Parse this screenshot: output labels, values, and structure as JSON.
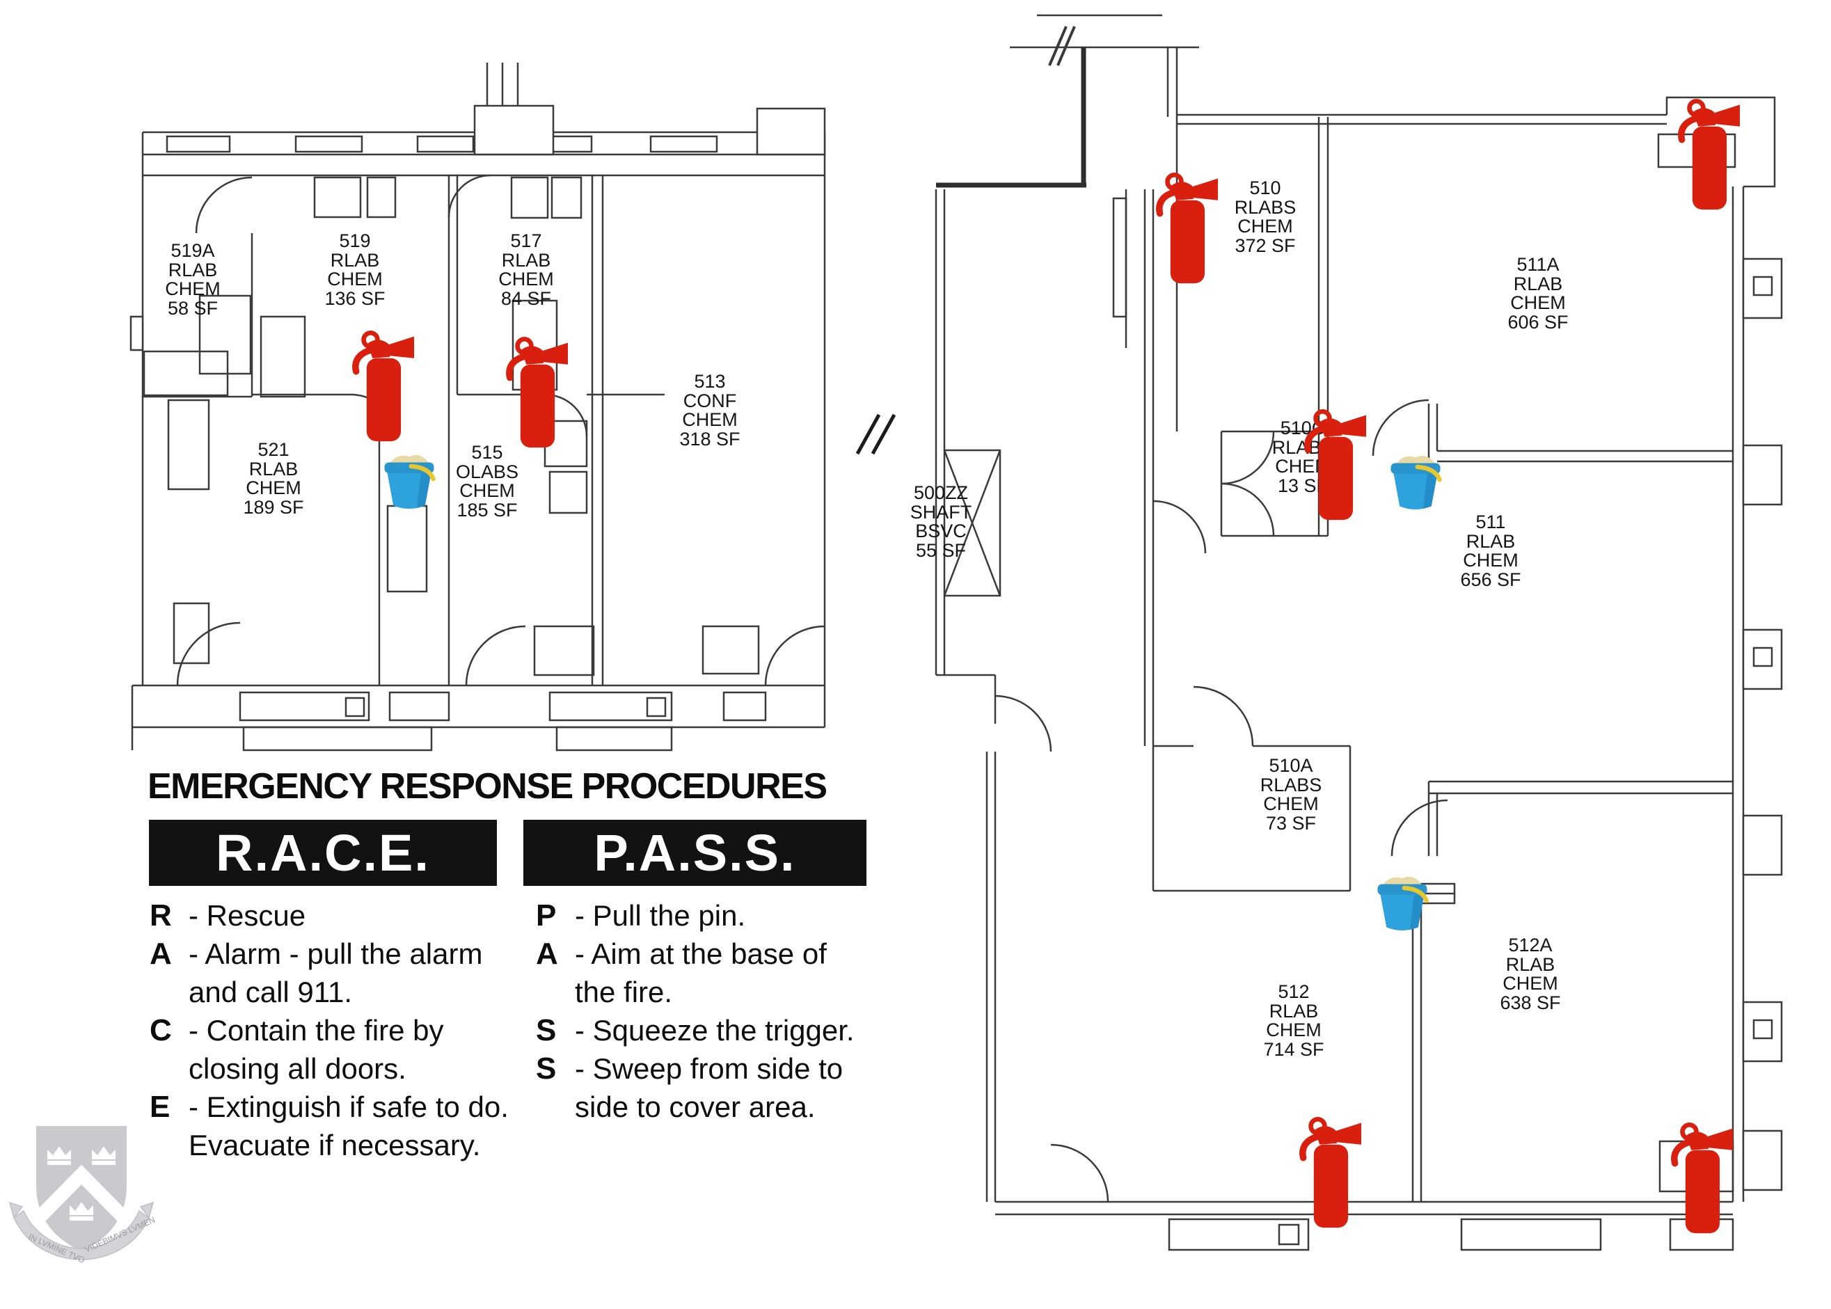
{
  "plans": {
    "left_plan_name": "left-wing-floorplan",
    "right_plan_name": "right-wing-floorplan",
    "break_mark": "//"
  },
  "rooms": [
    {
      "id": "519A",
      "lines": [
        "519A",
        "RLAB",
        "CHEM",
        "58 SF"
      ]
    },
    {
      "id": "519",
      "lines": [
        "519",
        "RLAB",
        "CHEM",
        "136 SF"
      ]
    },
    {
      "id": "517",
      "lines": [
        "517",
        "RLAB",
        "CHEM",
        "84 SF"
      ]
    },
    {
      "id": "513",
      "lines": [
        "513",
        "CONF",
        "CHEM",
        "318 SF"
      ]
    },
    {
      "id": "521",
      "lines": [
        "521",
        "RLAB",
        "CHEM",
        "189 SF"
      ]
    },
    {
      "id": "515",
      "lines": [
        "515",
        "OLABS",
        "CHEM",
        "185 SF"
      ]
    },
    {
      "id": "510",
      "lines": [
        "510",
        "RLABS",
        "CHEM",
        "372 SF"
      ]
    },
    {
      "id": "511A",
      "lines": [
        "511A",
        "RLAB",
        "CHEM",
        "606 SF"
      ]
    },
    {
      "id": "510C",
      "lines": [
        "510C",
        "RLABS",
        "CHEM",
        "13 SF"
      ]
    },
    {
      "id": "511",
      "lines": [
        "511",
        "RLAB",
        "CHEM",
        "656 SF"
      ]
    },
    {
      "id": "500ZZ",
      "lines": [
        "500ZZ",
        "SHAFT",
        "BSVC",
        "55 SF"
      ]
    },
    {
      "id": "510A",
      "lines": [
        "510A",
        "RLABS",
        "CHEM",
        "73 SF"
      ]
    },
    {
      "id": "512",
      "lines": [
        "512",
        "RLAB",
        "CHEM",
        "714 SF"
      ]
    },
    {
      "id": "512A",
      "lines": [
        "512A",
        "RLAB",
        "CHEM",
        "638 SF"
      ]
    }
  ],
  "icons": {
    "fire_extinguisher": {
      "name": "fire-extinguisher-icon",
      "color": "#d9200f",
      "count": 7
    },
    "sand_bucket": {
      "name": "sand-bucket-icon",
      "color": "#2ea2dc",
      "sand_color": "#e9d9a4",
      "handle_color": "#e8c62e",
      "count": 3
    }
  },
  "procedures": {
    "title": "EMERGENCY RESPONSE PROCEDURES",
    "race": {
      "acronym": "R.A.C.E.",
      "items": [
        {
          "letter": "R",
          "lines": [
            "- Rescue"
          ]
        },
        {
          "letter": "A",
          "lines": [
            "- Alarm - pull the alarm",
            "and call 911."
          ]
        },
        {
          "letter": "C",
          "lines": [
            "- Contain the fire by",
            "closing all doors."
          ]
        },
        {
          "letter": "E",
          "lines": [
            "- Extinguish if safe to do.",
            "Evacuate if necessary."
          ]
        }
      ]
    },
    "pass": {
      "acronym": "P.A.S.S.",
      "items": [
        {
          "letter": "P",
          "lines": [
            "- Pull the pin."
          ]
        },
        {
          "letter": "A",
          "lines": [
            "- Aim at the base of",
            "the fire."
          ]
        },
        {
          "letter": "S",
          "lines": [
            "- Squeeze the trigger."
          ]
        },
        {
          "letter": "S",
          "lines": [
            "- Sweep from side to",
            "side to cover area."
          ]
        }
      ]
    }
  },
  "crest": {
    "motto_left": "IN LVMINE TVO",
    "motto_right": "VIDEBIMVS LVMEN"
  }
}
